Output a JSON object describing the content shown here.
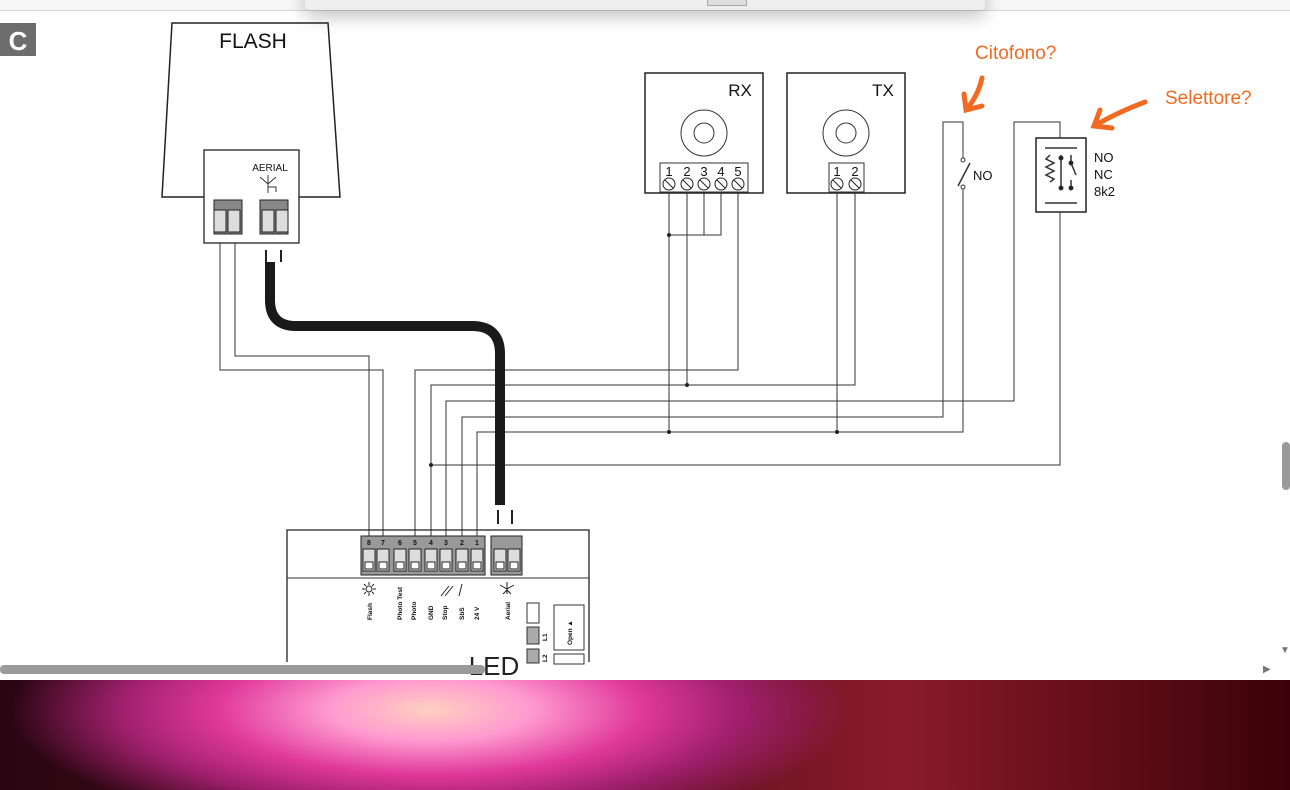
{
  "section_label": "C",
  "flash": {
    "title": "FLASH",
    "aerial_label": "AERIAL"
  },
  "rx": {
    "title": "RX",
    "terminals": [
      "1",
      "2",
      "3",
      "4",
      "5"
    ]
  },
  "tx": {
    "title": "TX",
    "terminals": [
      "1",
      "2"
    ]
  },
  "intercom_contact": "NO",
  "selector": {
    "labels": [
      "NO",
      "NC",
      "8k2"
    ]
  },
  "annotations": {
    "intercom": "Citofono?",
    "selector": "Selettore?",
    "color": "#f26a21"
  },
  "control_board": {
    "terminal_numbers": [
      "8",
      "7",
      "6",
      "5",
      "4",
      "3",
      "2",
      "1"
    ],
    "terminal_labels": [
      "Flash",
      "Photo Test",
      "Photo",
      "GND",
      "Stop",
      "SbS",
      "24 V"
    ],
    "aerial_label": "Aerial",
    "led_label": "LED",
    "led_items": [
      "L1",
      "L2"
    ],
    "open_button": "Open ▲"
  }
}
